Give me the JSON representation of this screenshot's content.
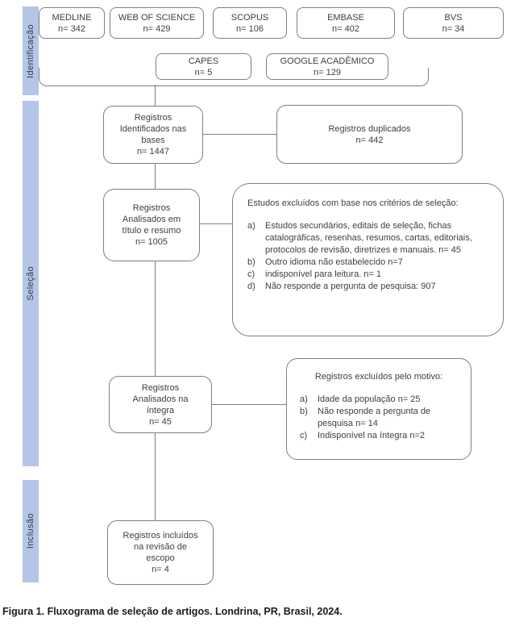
{
  "colors": {
    "stage_bar": "#b4c6e7",
    "box_border": "#7f7f7f",
    "connector": "#7f7f7f",
    "text": "#3f3f3f"
  },
  "stages": {
    "identification": "Identificação",
    "screening": "Seleção",
    "inclusion": "Inclusão"
  },
  "sources_row1": [
    {
      "name": "MEDLINE",
      "count": "n= 342"
    },
    {
      "name": "WEB OF SCIENCE",
      "count": "n= 429"
    },
    {
      "name": "SCOPUS",
      "count": "n= 106"
    },
    {
      "name": "EMBASE",
      "count": "n= 402"
    },
    {
      "name": "BVS",
      "count": "n= 34"
    }
  ],
  "sources_row2": [
    {
      "name": "CAPES",
      "count": "n= 5"
    },
    {
      "name": "GOOGLE ACADÊMICO",
      "count": "n= 129"
    }
  ],
  "flow_boxes": {
    "identified": "Registros\nIdentificados nas\nbases\nn= 1447",
    "duplicates": "Registros duplicados\nn= 442",
    "screened": "Registros\nAnalisados em\ntítulo e resumo\nn= 1005",
    "fulltext": "Registros\nAnalisados na\níntegra\nn= 45",
    "included": "Registros incluídos\nna revisão de\nescopo\nn= 4"
  },
  "exclusion1": {
    "header": "Estudos excluídos com base nos critérios de seleção:",
    "items": [
      {
        "marker": "a)",
        "text": "Estudos secundários, editais de seleção, fichas catalográficas, resenhas, resumos, cartas, editoriais, protocolos de revisão, diretrizes e manuais. n= 45"
      },
      {
        "marker": "b)",
        "text": "Outro idioma não estabelecido n=7"
      },
      {
        "marker": "c)",
        "text": "indisponível para leitura. n= 1"
      },
      {
        "marker": "d)",
        "text": "Não responde a pergunta de pesquisa: 907"
      }
    ]
  },
  "exclusion2": {
    "header": "Registros excluídos pelo motivo:",
    "items": [
      {
        "marker": "a)",
        "text": "Idade da população n= 25"
      },
      {
        "marker": "b)",
        "text": "Não responde a pergunta de pesquisa n= 14"
      },
      {
        "marker": "c)",
        "text": "Indisponível na íntegra n=2"
      }
    ]
  },
  "caption": "Figura 1. Fluxograma de seleção de artigos. Londrina, PR, Brasil, 2024."
}
